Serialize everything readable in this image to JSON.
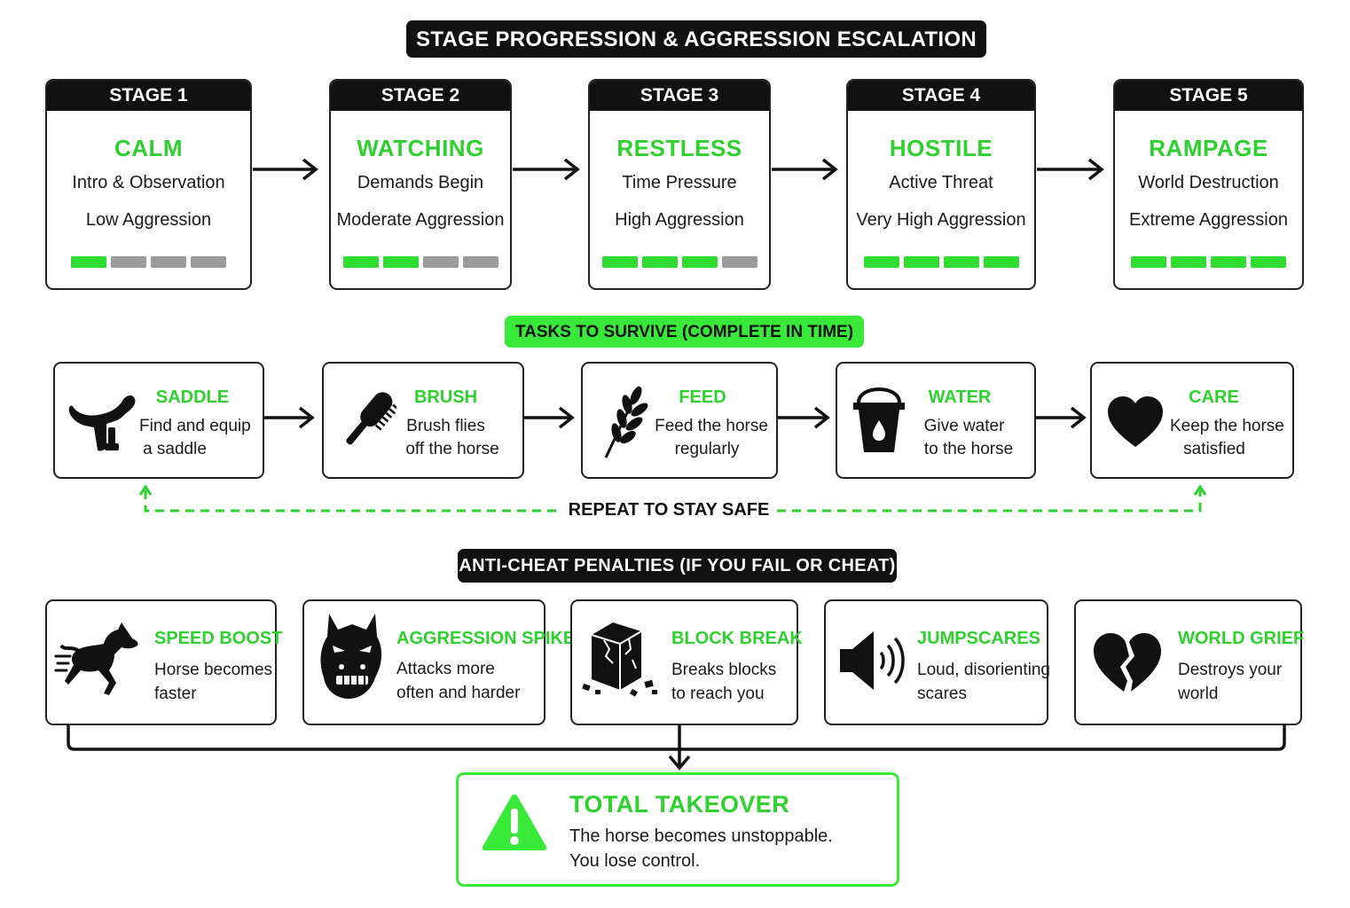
{
  "header": {
    "title": "STAGE PROGRESSION & AGGRESSION ESCALATION"
  },
  "stages": [
    {
      "label": "STAGE 1",
      "name": "CALM",
      "subtitle": "Intro & Observation",
      "aggression": "Low Aggression",
      "level": 1,
      "max_level": 4
    },
    {
      "label": "STAGE 2",
      "name": "WATCHING",
      "subtitle": "Demands Begin",
      "aggression": "Moderate Aggression",
      "level": 2,
      "max_level": 4
    },
    {
      "label": "STAGE 3",
      "name": "RESTLESS",
      "subtitle": "Time Pressure",
      "aggression": "High Aggression",
      "level": 3,
      "max_level": 4
    },
    {
      "label": "STAGE 4",
      "name": "HOSTILE",
      "subtitle": "Active Threat",
      "aggression": "Very High Aggression",
      "level": 4,
      "max_level": 4
    },
    {
      "label": "STAGE 5",
      "name": "RAMPAGE",
      "subtitle": "World Destruction",
      "aggression": "Extreme Aggression",
      "level": 4,
      "max_level": 4
    }
  ],
  "tasks_section": {
    "title": "TASKS TO SURVIVE (COMPLETE IN TIME)"
  },
  "tasks": [
    {
      "title": "SADDLE",
      "line1": "Find and equip",
      "line2": "a saddle",
      "icon": "saddle-icon"
    },
    {
      "title": "BRUSH",
      "line1": "Brush flies",
      "line2": "off the horse",
      "icon": "brush-icon"
    },
    {
      "title": "FEED",
      "line1": "Feed the horse",
      "line2": "regularly",
      "icon": "wheat-icon"
    },
    {
      "title": "WATER",
      "line1": "Give water",
      "line2": "to the horse",
      "icon": "water-bucket-icon"
    },
    {
      "title": "CARE",
      "line1": "Keep the horse",
      "line2": "satisfied",
      "icon": "heart-icon"
    }
  ],
  "repeat": {
    "label": "REPEAT TO STAY SAFE"
  },
  "penalties_section": {
    "title": "ANTI-CHEAT PENALTIES (IF YOU FAIL OR CHEAT)"
  },
  "penalties": [
    {
      "title": "SPEED BOOST",
      "line1": "Horse becomes",
      "line2": "faster",
      "icon": "running-horse-icon"
    },
    {
      "title": "AGGRESSION SPIKE",
      "line1": "Attacks more",
      "line2": "often and harder",
      "icon": "angry-horse-icon"
    },
    {
      "title": "BLOCK BREAK",
      "line1": "Breaks blocks",
      "line2": "to reach you",
      "icon": "cracked-block-icon"
    },
    {
      "title": "JUMPSCARES",
      "line1": "Loud, disorienting",
      "line2": "scares",
      "icon": "speaker-icon"
    },
    {
      "title": "WORLD GRIEF",
      "line1": "Destroys your",
      "line2": "world",
      "icon": "broken-heart-icon"
    }
  ],
  "takeover": {
    "title": "TOTAL TAKEOVER",
    "line1": "The horse becomes unstoppable.",
    "line2": "You lose control.",
    "icon": "warning-icon"
  },
  "colors": {
    "accent": "#2fd12e",
    "dark": "#111111",
    "meter_off": "#9b9b9b"
  }
}
